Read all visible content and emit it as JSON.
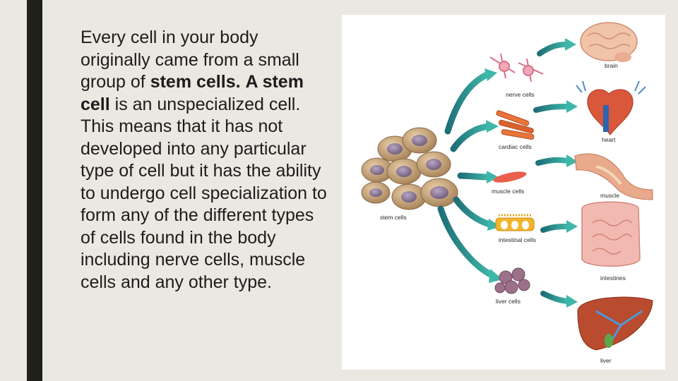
{
  "paragraph": {
    "s1": "Every cell in your body originally came from a small group of ",
    "b1": "stem cells.",
    "s2": " ",
    "b2": "A stem cell",
    "s3": " is an unspecialized cell.  This means that it has not developed into any particular type of cell but it has the ability to undergo cell specialization to form any of the different types of cells found in the body including nerve cells, muscle cells and any other type."
  },
  "diagram": {
    "source": "stem cells",
    "cells": [
      "nerve cells",
      "cardiac cells",
      "muscle cells",
      "intestinal cells",
      "liver cells"
    ],
    "organs": [
      "brain",
      "heart",
      "muscle",
      "intestines",
      "liver"
    ]
  }
}
